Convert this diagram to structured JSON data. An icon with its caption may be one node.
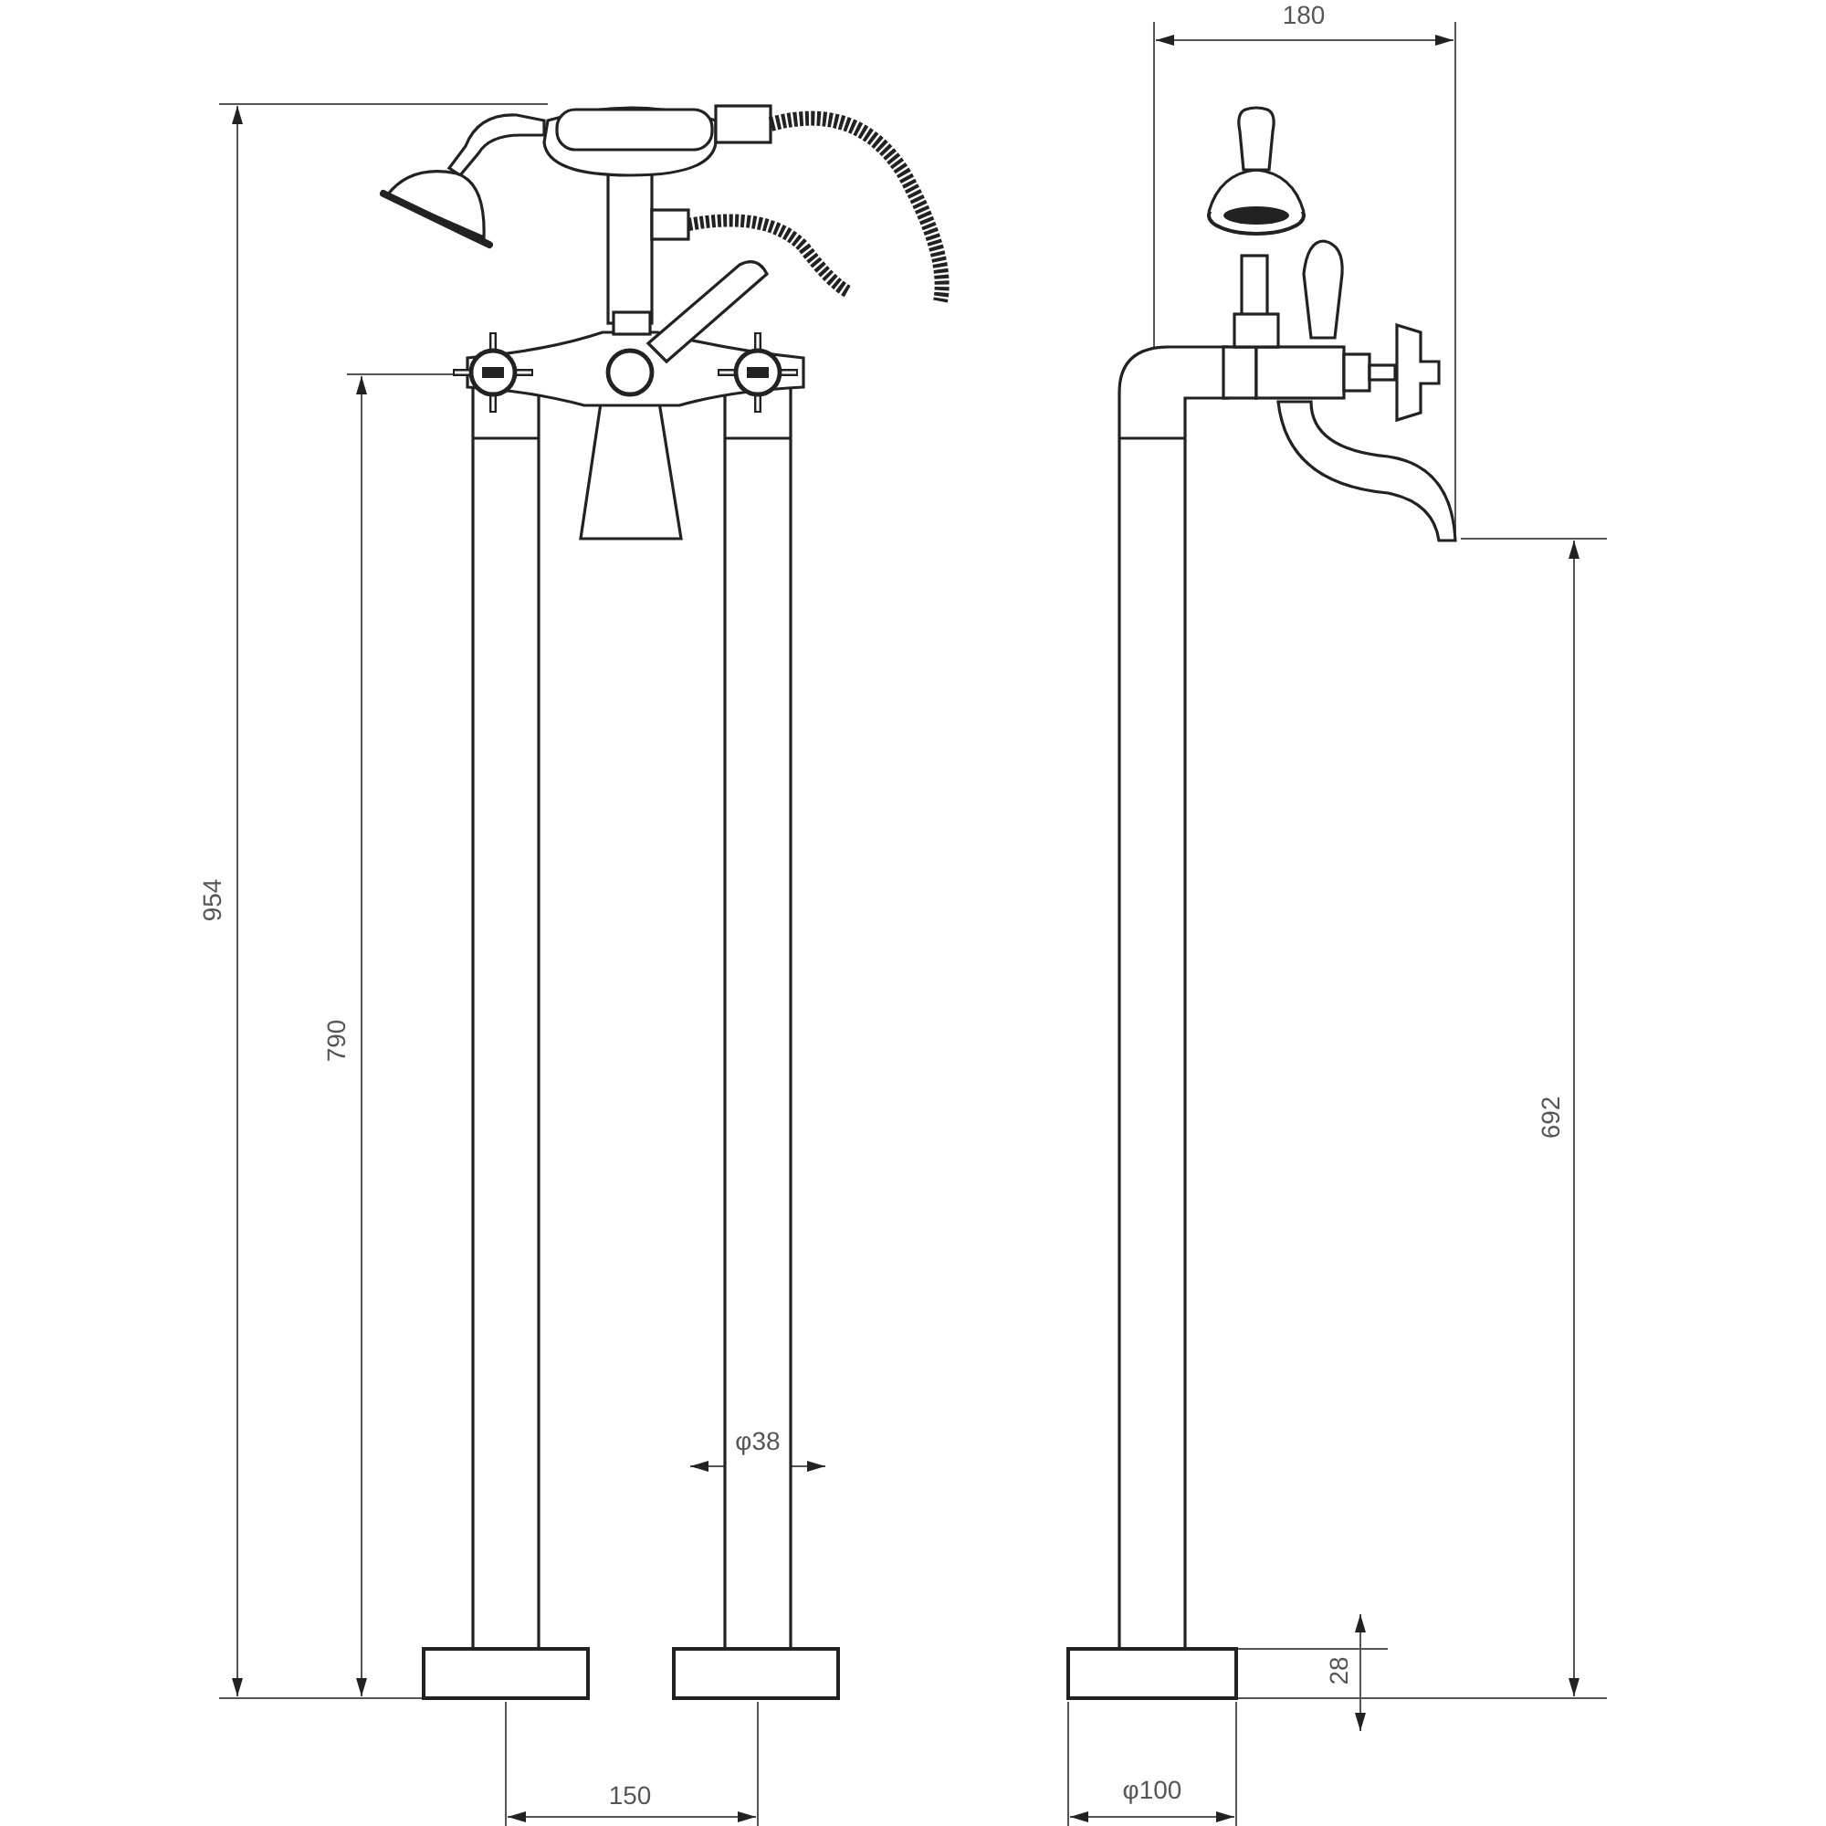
{
  "diagram": {
    "labels": [
      "180",
      "954",
      "790",
      "692",
      "φ38",
      "28",
      "150",
      "φ100"
    ]
  }
}
